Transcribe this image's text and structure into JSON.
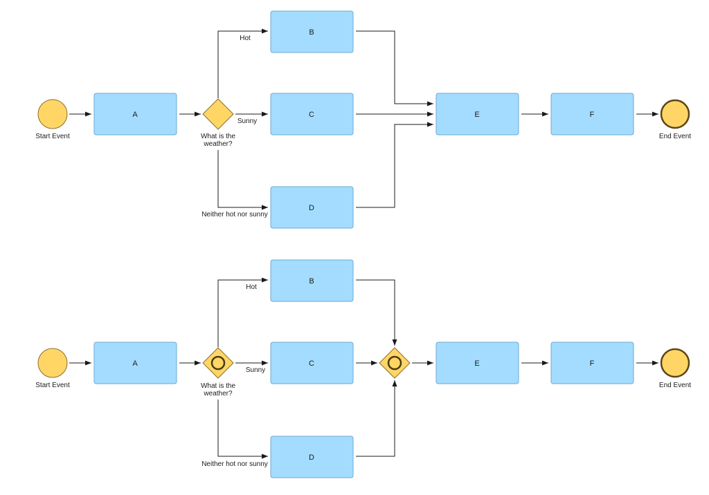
{
  "colors": {
    "task_fill": "#a3dcff",
    "task_stroke": "#6fa8d2",
    "event_fill": "#ffd666",
    "line": "#1a1a1a"
  },
  "diagrams": [
    {
      "id": "exclusive",
      "start_event": {
        "label": "Start Event",
        "icon": "start-event-circle-icon"
      },
      "end_event": {
        "label": "End Event",
        "icon": "end-event-circle-icon"
      },
      "tasks": {
        "A": "A",
        "B": "B",
        "C": "C",
        "D": "D",
        "E": "E",
        "F": "F"
      },
      "split_gateway": {
        "type": "exclusive",
        "icon": "exclusive-gateway-icon",
        "label_line1": "What is the",
        "label_line2": "weather?"
      },
      "flow_labels": {
        "hot": "Hot",
        "sunny": "Sunny",
        "neither": "Neither hot nor sunny"
      }
    },
    {
      "id": "inclusive",
      "start_event": {
        "label": "Start Event",
        "icon": "start-event-circle-icon"
      },
      "end_event": {
        "label": "End Event",
        "icon": "end-event-circle-icon"
      },
      "tasks": {
        "A": "A",
        "B": "B",
        "C": "C",
        "D": "D",
        "E": "E",
        "F": "F"
      },
      "split_gateway": {
        "type": "inclusive",
        "icon": "inclusive-gateway-icon",
        "label_line1": "What is the",
        "label_line2": "weather?"
      },
      "join_gateway": {
        "type": "inclusive",
        "icon": "inclusive-gateway-icon"
      },
      "flow_labels": {
        "hot": "Hot",
        "sunny": "Sunny",
        "neither": "Neither hot nor sunny"
      }
    }
  ]
}
